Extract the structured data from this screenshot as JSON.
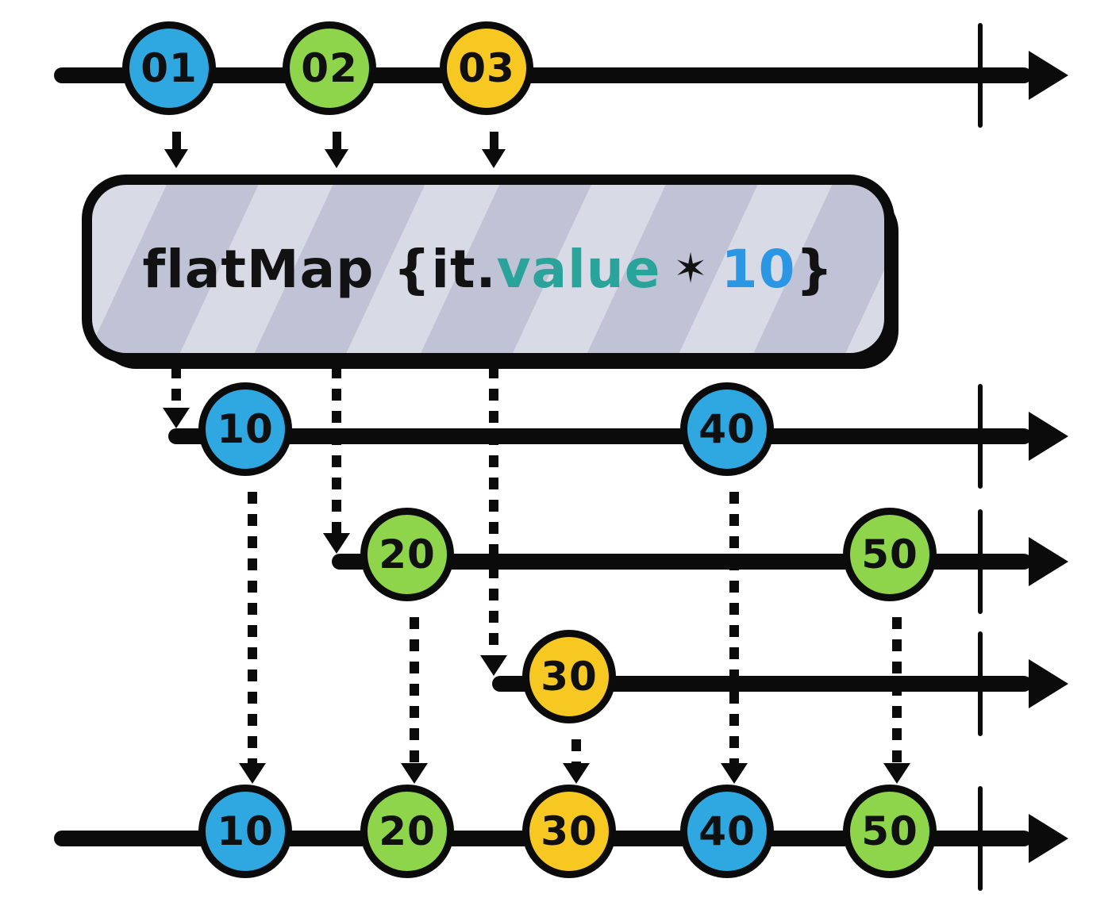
{
  "diagram": {
    "name": "flatMap marble diagram"
  },
  "colors": {
    "marble_blue": "#2fa8e1",
    "marble_green": "#8ed54c",
    "marble_yellow": "#f7c722",
    "stroke": "#0b0b0b",
    "operator_box_fill": "#c9ccdd",
    "operator_text": "#121212",
    "operator_value": "#2aa49b",
    "operator_number": "#2b96e4"
  },
  "operator": {
    "prefix": "flatMap {it.",
    "value_token": "value",
    "star": "✶",
    "number_token": "10",
    "suffix": "}"
  },
  "timelines": {
    "source": {
      "marbles": [
        {
          "label": "01",
          "color": "#2fa8e1"
        },
        {
          "label": "02",
          "color": "#8ed54c"
        },
        {
          "label": "03",
          "color": "#f7c722"
        }
      ]
    },
    "inner1": {
      "marbles": [
        {
          "label": "10",
          "color": "#2fa8e1"
        },
        {
          "label": "40",
          "color": "#2fa8e1"
        }
      ]
    },
    "inner2": {
      "marbles": [
        {
          "label": "20",
          "color": "#8ed54c"
        },
        {
          "label": "50",
          "color": "#8ed54c"
        }
      ]
    },
    "inner3": {
      "marbles": [
        {
          "label": "30",
          "color": "#f7c722"
        }
      ]
    },
    "output": {
      "marbles": [
        {
          "label": "10",
          "color": "#2fa8e1"
        },
        {
          "label": "20",
          "color": "#8ed54c"
        },
        {
          "label": "30",
          "color": "#f7c722"
        },
        {
          "label": "40",
          "color": "#2fa8e1"
        },
        {
          "label": "50",
          "color": "#8ed54c"
        }
      ]
    }
  }
}
